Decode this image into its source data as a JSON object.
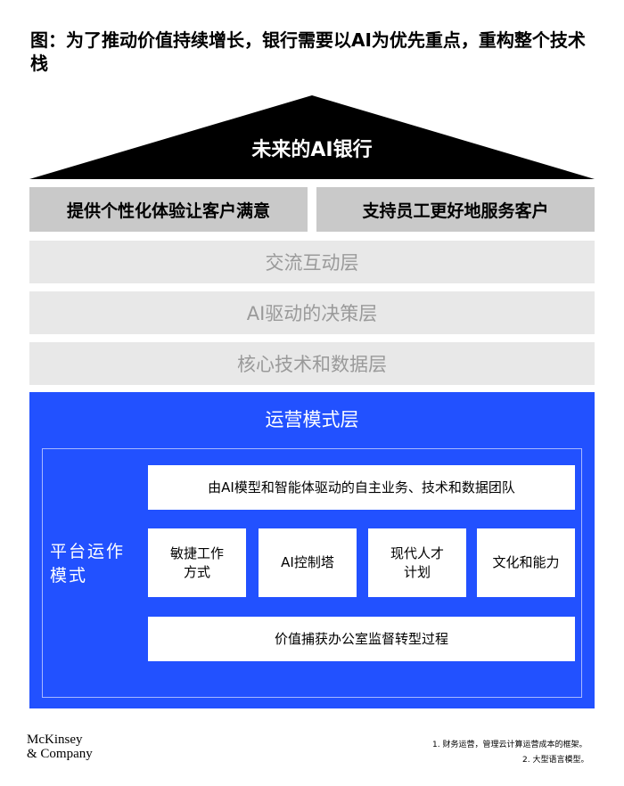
{
  "title": "图：为了推动价值持续增长，银行需要以AI为优先重点，重构整个技术栈",
  "roof": "未来的AI银行",
  "pillars": [
    "提供个性化体验让客户满意",
    "支持员工更好地服务客户"
  ],
  "layers": [
    "交流互动层",
    "AI驱动的决策层",
    "核心技术和数据层"
  ],
  "operating": {
    "title": "运营模式层",
    "platform_label": "平台运作模式",
    "top": "由AI模型和智能体驱动的自主业务、技术和数据团队",
    "boxes": [
      "敏捷工作方式",
      "AI控制塔",
      "现代人才计划",
      "文化和能力"
    ],
    "bottom": "价值捕获办公室监督转型过程"
  },
  "logo": [
    "McKinsey",
    "& Company"
  ],
  "footnotes": [
    "1.  财务运营，管理云计算运营成本的框架。",
    "2.  大型语言模型。"
  ],
  "colors": {
    "blue": "#2251ff",
    "gray": "#c9c9c9",
    "light": "#e8e8e8"
  }
}
